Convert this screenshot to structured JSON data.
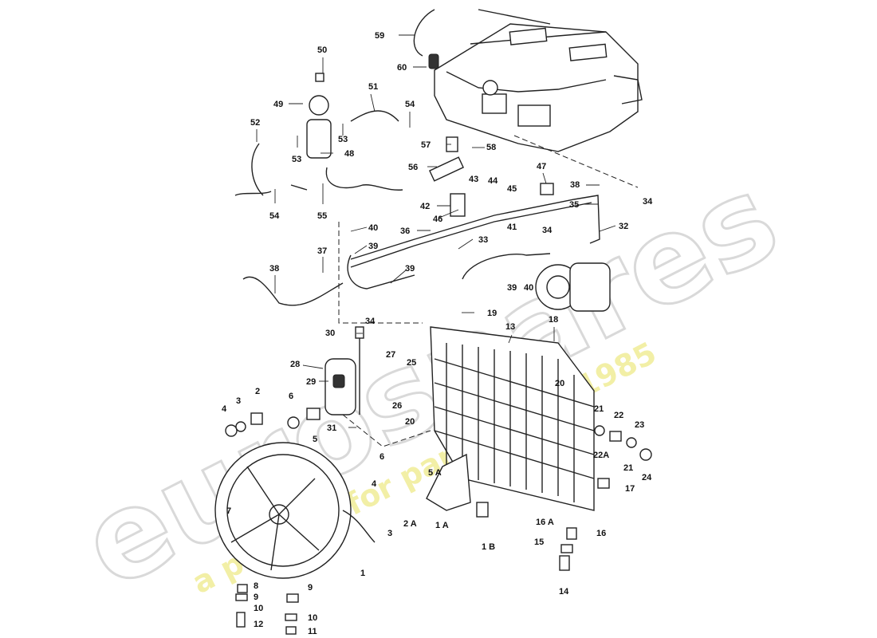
{
  "watermark": {
    "brand": "eurospares",
    "tagline": "a passion for parts since 1985"
  },
  "callouts": [
    {
      "id": "59",
      "text": "59"
    },
    {
      "id": "60",
      "text": "60"
    },
    {
      "id": "50",
      "text": "50"
    },
    {
      "id": "51",
      "text": "51"
    },
    {
      "id": "49",
      "text": "49"
    },
    {
      "id": "54a",
      "text": "54"
    },
    {
      "id": "52",
      "text": "52"
    },
    {
      "id": "53a",
      "text": "53"
    },
    {
      "id": "53b",
      "text": "53"
    },
    {
      "id": "48",
      "text": "48"
    },
    {
      "id": "57",
      "text": "57"
    },
    {
      "id": "58",
      "text": "58"
    },
    {
      "id": "56",
      "text": "56"
    },
    {
      "id": "47",
      "text": "47"
    },
    {
      "id": "43",
      "text": "43"
    },
    {
      "id": "44",
      "text": "44"
    },
    {
      "id": "54b",
      "text": "54"
    },
    {
      "id": "55",
      "text": "55"
    },
    {
      "id": "42",
      "text": "42"
    },
    {
      "id": "45",
      "text": "45"
    },
    {
      "id": "46",
      "text": "46"
    },
    {
      "id": "38a",
      "text": "38"
    },
    {
      "id": "35",
      "text": "35"
    },
    {
      "id": "34a",
      "text": "34"
    },
    {
      "id": "32",
      "text": "32"
    },
    {
      "id": "40a",
      "text": "40"
    },
    {
      "id": "36",
      "text": "36"
    },
    {
      "id": "41",
      "text": "41"
    },
    {
      "id": "34b",
      "text": "34"
    },
    {
      "id": "39a",
      "text": "39"
    },
    {
      "id": "33",
      "text": "33"
    },
    {
      "id": "37",
      "text": "37"
    },
    {
      "id": "38b",
      "text": "38"
    },
    {
      "id": "39b",
      "text": "39"
    },
    {
      "id": "39c",
      "text": "39"
    },
    {
      "id": "40b",
      "text": "40"
    },
    {
      "id": "34c",
      "text": "34"
    },
    {
      "id": "19",
      "text": "19"
    },
    {
      "id": "30",
      "text": "30"
    },
    {
      "id": "13",
      "text": "13"
    },
    {
      "id": "18",
      "text": "18"
    },
    {
      "id": "27",
      "text": "27"
    },
    {
      "id": "28",
      "text": "28"
    },
    {
      "id": "25",
      "text": "25"
    },
    {
      "id": "29",
      "text": "29"
    },
    {
      "id": "26",
      "text": "26"
    },
    {
      "id": "20a",
      "text": "20"
    },
    {
      "id": "2a",
      "text": "2"
    },
    {
      "id": "3a",
      "text": "3"
    },
    {
      "id": "6a",
      "text": "6"
    },
    {
      "id": "4a",
      "text": "4"
    },
    {
      "id": "20b",
      "text": "20"
    },
    {
      "id": "21a",
      "text": "21"
    },
    {
      "id": "22",
      "text": "22"
    },
    {
      "id": "23",
      "text": "23"
    },
    {
      "id": "31",
      "text": "31"
    },
    {
      "id": "5",
      "text": "5"
    },
    {
      "id": "22A",
      "text": "22A"
    },
    {
      "id": "21b",
      "text": "21"
    },
    {
      "id": "24",
      "text": "24"
    },
    {
      "id": "6b",
      "text": "6"
    },
    {
      "id": "5A",
      "text": "5 A"
    },
    {
      "id": "17",
      "text": "17"
    },
    {
      "id": "4b",
      "text": "4"
    },
    {
      "id": "7",
      "text": "7"
    },
    {
      "id": "3b",
      "text": "3"
    },
    {
      "id": "2A",
      "text": "2 A"
    },
    {
      "id": "1A",
      "text": "1 A"
    },
    {
      "id": "16A",
      "text": "16 A"
    },
    {
      "id": "16",
      "text": "16"
    },
    {
      "id": "15",
      "text": "15"
    },
    {
      "id": "1B",
      "text": "1 B"
    },
    {
      "id": "1",
      "text": "1"
    },
    {
      "id": "8",
      "text": "8"
    },
    {
      "id": "9a",
      "text": "9"
    },
    {
      "id": "10a",
      "text": "10"
    },
    {
      "id": "9b",
      "text": "9"
    },
    {
      "id": "12",
      "text": "12"
    },
    {
      "id": "10b",
      "text": "10"
    },
    {
      "id": "11",
      "text": "11"
    },
    {
      "id": "14",
      "text": "14"
    }
  ]
}
